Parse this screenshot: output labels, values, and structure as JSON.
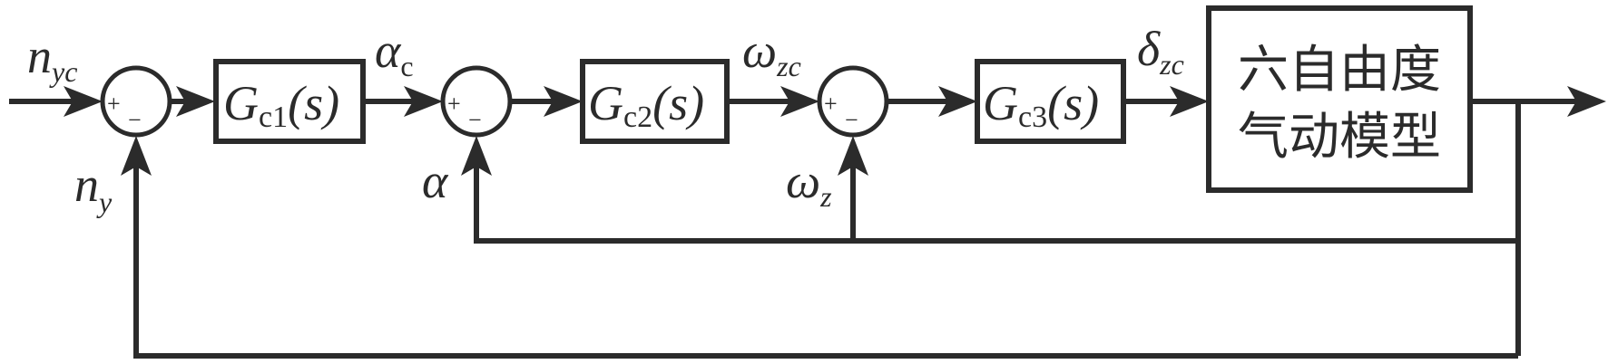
{
  "diagram": {
    "type": "block-diagram",
    "description": "Cascaded three-loop control system",
    "signals": {
      "nyc": {
        "main": "n",
        "sub": "yc"
      },
      "ny": {
        "main": "n",
        "sub": "y"
      },
      "alpha_c": {
        "main": "α",
        "sub": "c"
      },
      "alpha": {
        "main": "α",
        "sub": ""
      },
      "omega_zc": {
        "main": "ω",
        "sub": "zc"
      },
      "omega_z": {
        "main": "ω",
        "sub": "z"
      },
      "delta_zc": {
        "main": "δ",
        "sub": "zc"
      }
    },
    "summing_junctions": [
      {
        "id": "sum1",
        "plus": "+",
        "minus": "−"
      },
      {
        "id": "sum2",
        "plus": "+",
        "minus": "−"
      },
      {
        "id": "sum3",
        "plus": "+",
        "minus": "−"
      }
    ],
    "blocks": [
      {
        "id": "gc1",
        "G": "G",
        "sub": "c1",
        "arg": "(s)"
      },
      {
        "id": "gc2",
        "G": "G",
        "sub": "c2",
        "arg": "(s)"
      },
      {
        "id": "gc3",
        "G": "G",
        "sub": "c3",
        "arg": "(s)"
      }
    ],
    "plant": {
      "line1": "六自由度",
      "line2": "气动模型"
    },
    "connections": [
      "nyc -> sum1(+)",
      "sum1 -> Gc1",
      "Gc1 -> alpha_c -> sum2(+)",
      "sum2 -> Gc2",
      "Gc2 -> omega_zc -> sum3(+)",
      "sum3 -> Gc3",
      "Gc3 -> delta_zc -> plant",
      "plant -> output",
      "output -> omega_z -> sum3(-)",
      "output -> alpha -> sum2(-)",
      "output -> ny -> sum1(-)"
    ]
  }
}
